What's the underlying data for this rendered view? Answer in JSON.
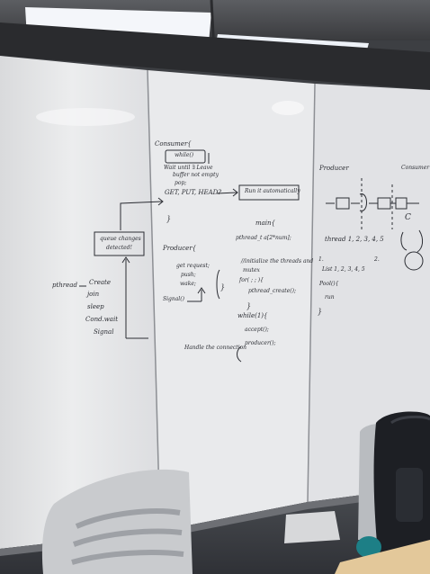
{
  "whiteboard": {
    "consumer": {
      "header": "Consumer{",
      "boxed": "while()",
      "wait_line1": "Wait until ∃ Leave",
      "wait_line2": "buffer not empty",
      "pop": "pop;",
      "methods": "GET, PUT, HEAD?",
      "right_box": "Run it automatically",
      "close_brace": "}"
    },
    "queue_box": {
      "line1": "queue changes",
      "line2": "detected!"
    },
    "pthread": {
      "label": "pthread",
      "items": [
        "Create",
        "join",
        "sleep",
        "Cond.wait",
        "Signal"
      ]
    },
    "producer_left": {
      "header": "Producer{",
      "lines": [
        "get request;",
        "push;",
        "wake;"
      ],
      "signal": "Signal()",
      "close_brace": "}"
    },
    "main_block": {
      "open": "main{",
      "lines": [
        "pthread_t a[2*num];",
        "//initialize the threads and",
        "mutex",
        "for(  ;  ;  ){",
        "pthread_create();"
      ],
      "close": "}",
      "while_line": "while(1){",
      "accept": "accept();",
      "producer_call": "producer();",
      "handle_note": "Handle the connection",
      "close_brace": "}"
    },
    "right_panel": {
      "producer_label": "Producer",
      "consumer_label": "Consumer",
      "thread_line": "thread  1, 2, 3, 4, 5",
      "num_1": "1.",
      "num_2": "2.",
      "list_line": "List 1, 2, 3, 4, 5",
      "pool_line": "Pool(){",
      "run_line": "run",
      "close_brace": "}",
      "c_letter": "C"
    }
  }
}
